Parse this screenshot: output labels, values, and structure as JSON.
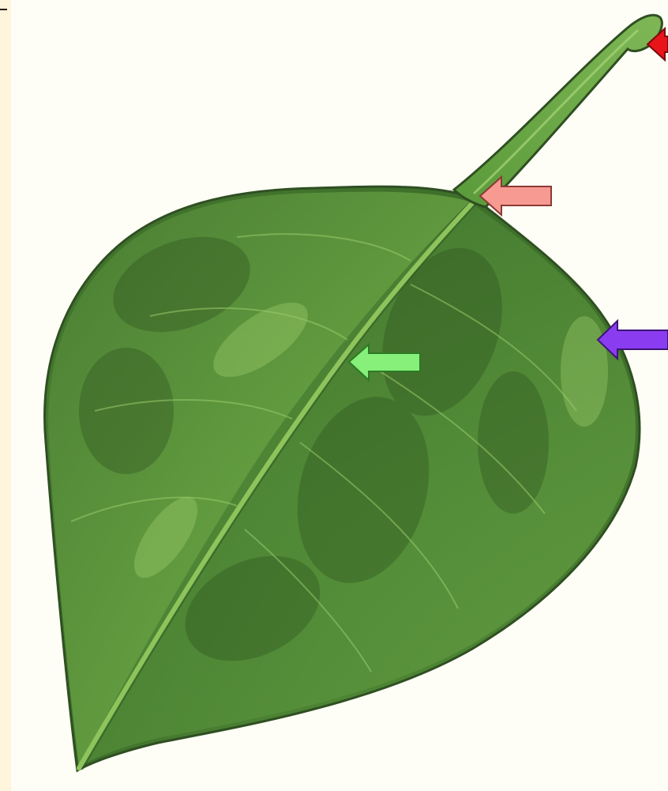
{
  "image": {
    "subject": "leaf-diagram"
  },
  "arrows": [
    {
      "id": "red-arrow",
      "color": "#e8141a",
      "points_to": "leaf-apex-of-petiole",
      "direction": "left"
    },
    {
      "id": "pink-arrow",
      "color": "#f79a92",
      "points_to": "leaf-base-petiole-junction",
      "direction": "left"
    },
    {
      "id": "purple-arrow",
      "color": "#8a3cf0",
      "points_to": "leaf-margin",
      "direction": "left"
    },
    {
      "id": "green-arrow",
      "color": "#86f07a",
      "points_to": "midrib",
      "direction": "left"
    }
  ],
  "colors": {
    "background": "#fffef6",
    "left_strip": "#fff4dc",
    "leaf_dark": "#3e6b2b",
    "leaf_mid": "#5c9a3c",
    "leaf_light": "#8cc25a",
    "outline": "#2f4f22"
  }
}
